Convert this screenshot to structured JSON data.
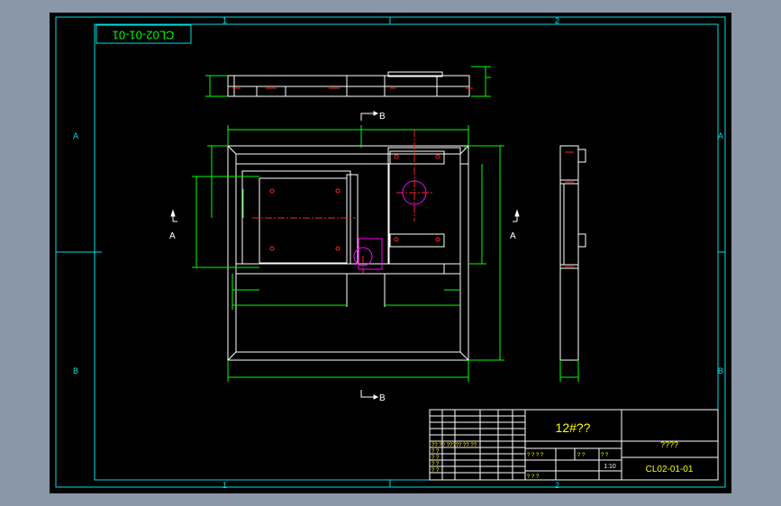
{
  "drawing": {
    "stamp": "CL02-01-01",
    "zone_numbers_top": [
      "1",
      "2"
    ],
    "zone_numbers_bottom": [
      "1",
      "2"
    ],
    "zone_letters_left": [
      "A",
      "B"
    ],
    "zone_letters_right": [
      "A",
      "B"
    ],
    "section_b_top": "B",
    "section_b_bottom": "B",
    "view_a_left": "A",
    "view_a_right": "A"
  },
  "title_block": {
    "material": "12#??",
    "name": "????",
    "code": "CL02-01-01",
    "scale": "1:10",
    "cells": [
      "?? ?? ????? ?? ??",
      "? ?",
      "? ?",
      "? ?",
      "? ?",
      "? ? ? ?",
      "? ?",
      "? ?",
      "? ? ?"
    ]
  },
  "colors": {
    "background": "#000000",
    "frame": "#00e0e0",
    "geometry": "#ffffff",
    "dimension": "#00ff00",
    "centerline": "#ff2020",
    "hidden": "#ff00ff",
    "title_text": "#ffff00"
  }
}
